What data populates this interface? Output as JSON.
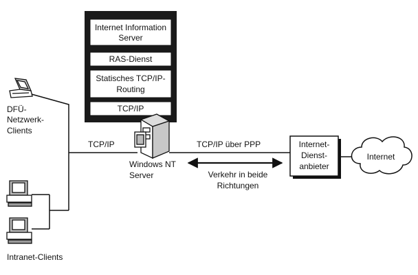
{
  "stack": {
    "layers": [
      [
        "Internet Information",
        "Server"
      ],
      [
        "RAS-Dienst"
      ],
      [
        "Statisches TCP/IP-",
        "Routing"
      ],
      [
        "TCP/IP"
      ]
    ]
  },
  "labels": {
    "dfu_clients": [
      "DFÜ-",
      "Netzwerk-",
      "Clients"
    ],
    "intranet_clients": "Intranet-Clients",
    "tcpip": "TCP/IP",
    "server": [
      "Windows NT",
      "Server"
    ],
    "tcpip_ppp": "TCP/IP über PPP",
    "traffic": [
      "Verkehr in beide",
      "Richtungen"
    ],
    "isp": [
      "Internet-",
      "Dienst-",
      "anbieter"
    ],
    "internet": "Internet"
  },
  "icons": {
    "laptop": "laptop-icon",
    "desktop_1": "desktop-computer-icon",
    "desktop_2": "desktop-computer-icon",
    "server": "server-tower-icon",
    "cloud": "cloud-icon"
  },
  "colors": {
    "stack_background": "#1a1a1a",
    "line": "#111111",
    "box_fill": "#ffffff"
  }
}
